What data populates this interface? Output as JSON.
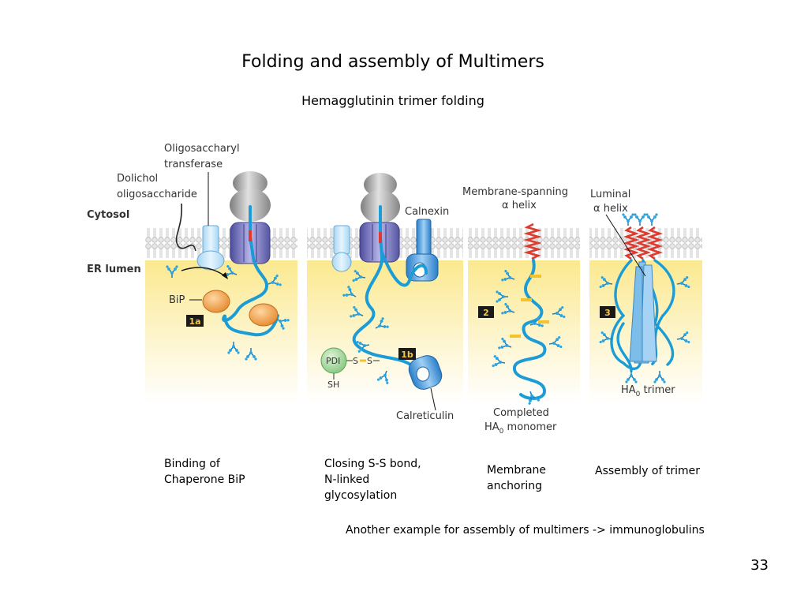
{
  "slide": {
    "title": "Folding and assembly of Multimers",
    "subtitle": "Hemagglutinin trimer folding",
    "page_number": "33",
    "note": "Another example for assembly of multimers -> immunoglobulins"
  },
  "figure": {
    "labels": {
      "oligosaccharyl_1": "Oligosaccharyl",
      "oligosaccharyl_2": "transferase",
      "dolichol_1": "Dolichol",
      "dolichol_2": "oligosaccharide",
      "cytosol": "Cytosol",
      "er_lumen": "ER lumen",
      "bip": "BiP",
      "step_1a": "1a",
      "calnexin": "Calnexin",
      "pdi": "PDI",
      "s_bond_1": "S",
      "s_bond_2": "S",
      "sh": "SH",
      "step_1b": "1b",
      "calreticulin": "Calreticulin",
      "membrane_spanning_1": "Membrane-spanning",
      "membrane_spanning_2": "α helix",
      "step_2": "2",
      "completed_1": "Completed",
      "completed_2": "HA",
      "completed_sub": "0",
      "completed_3": " monomer",
      "luminal_1": "Luminal",
      "luminal_2": "α helix",
      "step_3": "3",
      "trimer_1": "HA",
      "trimer_sub": "0",
      "trimer_2": " trimer"
    },
    "colors": {
      "lumen": "#fcf3c4",
      "membrane": "#d4d4d4",
      "chain": "#1b9cd6",
      "helix": "#e03a2f",
      "transferase": "#7b79c6",
      "ribosome": "#9c9c9c",
      "bip": "#f2a04a",
      "pdi": "#9fd39a",
      "badge": "#1a1a1a",
      "disulfide": "#f6c22c"
    }
  },
  "captions": {
    "step_1a": "Binding of\nChaperone BiP",
    "step_1b": "Closing S-S bond,\nN-linked\nglycosylation",
    "step_2": "Membrane\nanchoring",
    "step_3": "Assembly of trimer"
  }
}
